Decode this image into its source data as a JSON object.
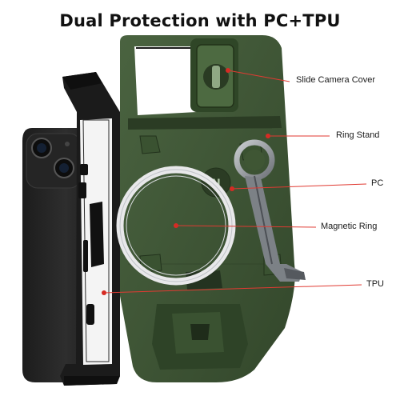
{
  "headline": "Dual Protection with PC+TPU",
  "callouts": [
    {
      "id": "slide-camera-cover",
      "label": "Slide Camera Cover"
    },
    {
      "id": "ring-stand",
      "label": "Ring Stand"
    },
    {
      "id": "pc",
      "label": "PC"
    },
    {
      "id": "magnetic-ring",
      "label": "Magnetic Ring"
    },
    {
      "id": "tpu",
      "label": "TPU"
    }
  ],
  "colors": {
    "case_green": "#3f5634",
    "case_green_dark": "#2b3c24",
    "tpu_black": "#1b1b1b",
    "phone_black": "#2a2a2a",
    "callout_line": "#e03a32",
    "callout_dot": "#d62b24",
    "ring_silver": "#9a9ea3"
  }
}
